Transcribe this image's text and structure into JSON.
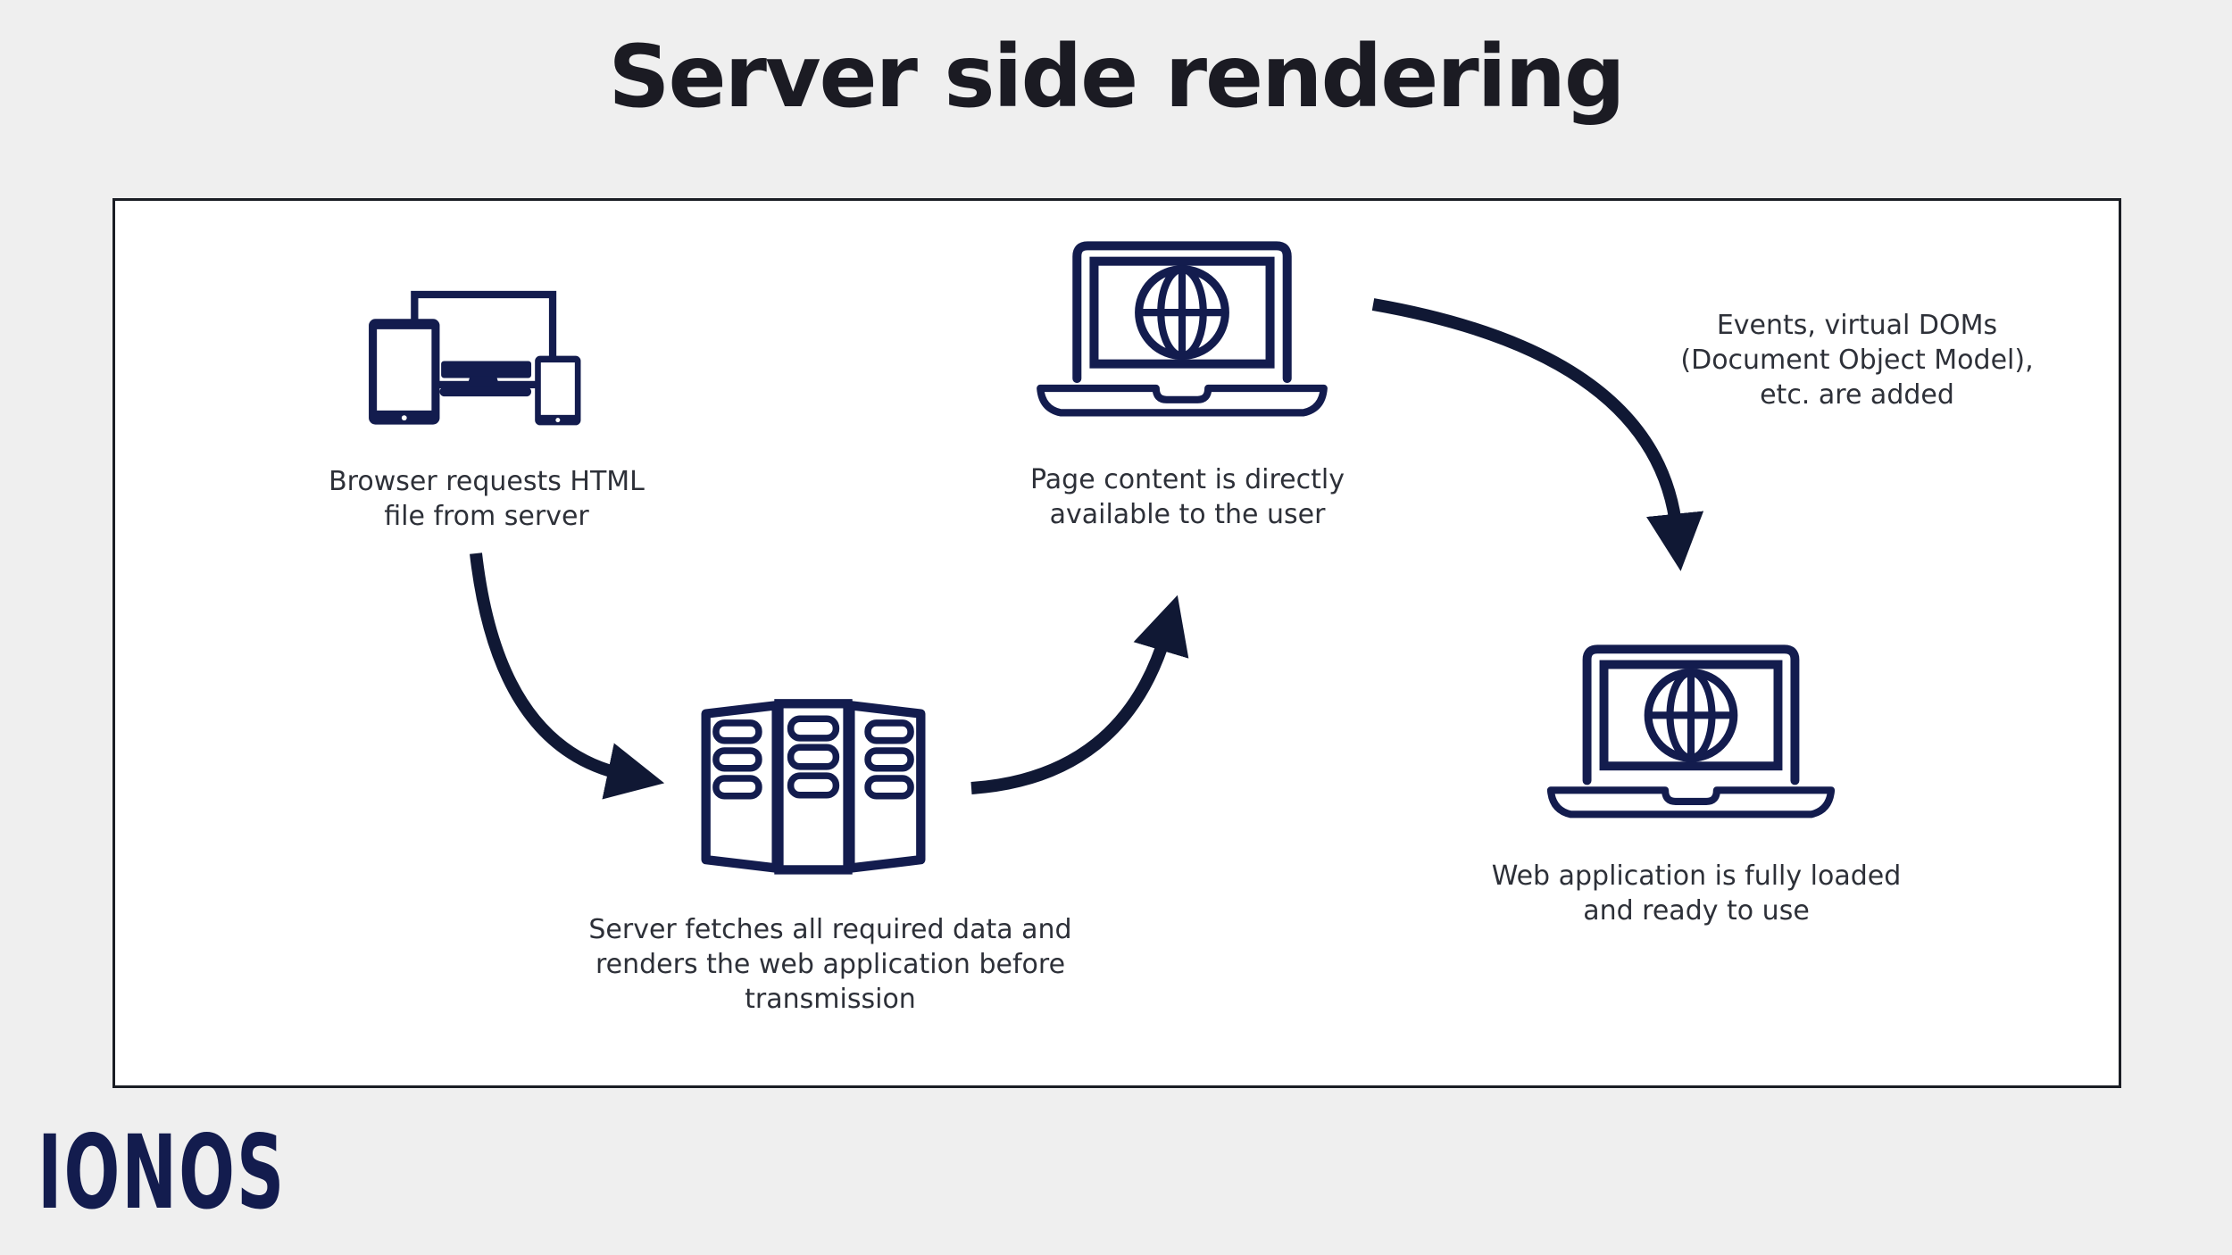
{
  "title": "Server side rendering",
  "brand": {
    "logo": "IONOS"
  },
  "colors": {
    "background": "#efefef",
    "panel": "#ffffff",
    "panel-border": "#1a1d24",
    "icon-navy": "#131c4e",
    "arrow": "#101834",
    "title-text": "#1b1b23",
    "body-text": "#2d3038"
  },
  "diagram": {
    "steps": [
      {
        "id": "browser-request",
        "icon": "responsive-devices-icon",
        "label": "Browser requests HTML\nfile from server"
      },
      {
        "id": "server-render",
        "icon": "server-rack-icon",
        "label": "Server fetches all required data and\nrenders the web application before\ntransmission"
      },
      {
        "id": "page-available",
        "icon": "laptop-globe-icon",
        "label": "Page content is directly\navailable to the user"
      },
      {
        "id": "app-ready",
        "icon": "laptop-globe-icon",
        "label": "Web application is fully loaded\nand ready to use"
      }
    ],
    "annotation": "Events, virtual DOMs\n(Document Object Model),\netc. are added",
    "arrows": [
      {
        "id": "devices-to-server",
        "direction": "down-right"
      },
      {
        "id": "server-to-laptop",
        "direction": "up-right"
      },
      {
        "id": "laptop-to-webapp",
        "direction": "right-down"
      }
    ]
  }
}
